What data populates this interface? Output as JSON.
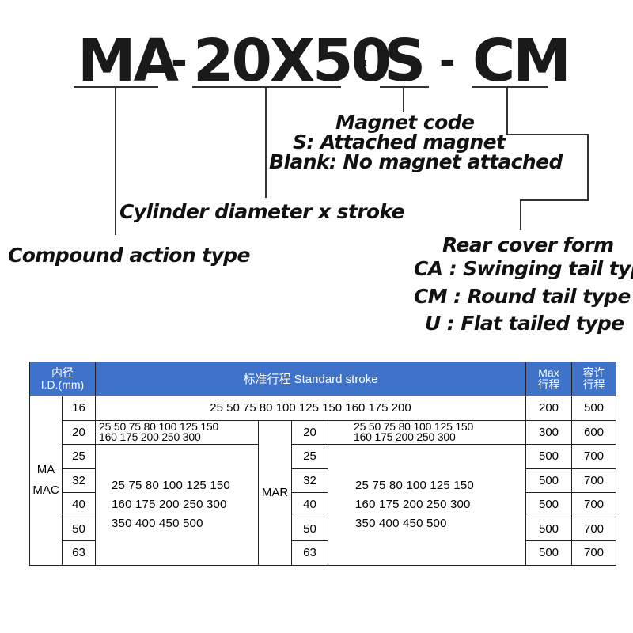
{
  "model": {
    "prefix": "MA",
    "size": "20X50",
    "magnet": "S",
    "cover": "CM",
    "dash": "-"
  },
  "annotations": {
    "magnet_title": "Magnet code",
    "magnet_s": "S: Attached magnet",
    "magnet_blank": "Blank: No magnet attached",
    "cylinder": "Cylinder diameter x stroke",
    "compound": "Compound action type",
    "rear_title": "Rear cover form",
    "rear_ca": "CA : Swinging tail type",
    "rear_cm": "CM : Round tail type",
    "rear_u": "U : Flat tailed type"
  },
  "table": {
    "header_color": "#3f73c9",
    "header": {
      "id_cn": "内径",
      "id_en": "I.D.(mm)",
      "stroke": "标准行程 Standard stroke",
      "max_1": "Max",
      "max_2": "行程",
      "allow_1": "容许",
      "allow_2": "行程"
    },
    "type_ma": "MA",
    "type_mac": "MAC",
    "type_mar": "MAR",
    "rows": [
      {
        "bore": "16",
        "max": "200",
        "allow": "500"
      },
      {
        "bore": "20",
        "max": "300",
        "allow": "600"
      },
      {
        "bore": "25",
        "max": "500",
        "allow": "700"
      },
      {
        "bore": "32",
        "max": "500",
        "allow": "700"
      },
      {
        "bore": "40",
        "max": "500",
        "allow": "700"
      },
      {
        "bore": "50",
        "max": "500",
        "allow": "700"
      },
      {
        "bore": "63",
        "max": "500",
        "allow": "700"
      }
    ],
    "stroke_16": "25  50  75  80  100  125  150  160  175  200",
    "stroke_20_line1": "25  50  75  80  100  125  150",
    "stroke_20_line2": "160  175  200  250  300",
    "stroke_big_line1": "25  75  80  100  125  150",
    "stroke_big_line2": "160  175  200  250  300",
    "stroke_big_line3": "350  400  450  500",
    "mar_bores": [
      "20",
      "25",
      "32",
      "40",
      "50",
      "63"
    ],
    "mar_20_line1": "25  50  75  80  100  125  150",
    "mar_20_line2": "160  175  200  250  300",
    "mar_big_line1": "25  75  80  100  125  150",
    "mar_big_line2": "160  175  200  250  300",
    "mar_big_line3": "350  400  450  500"
  }
}
